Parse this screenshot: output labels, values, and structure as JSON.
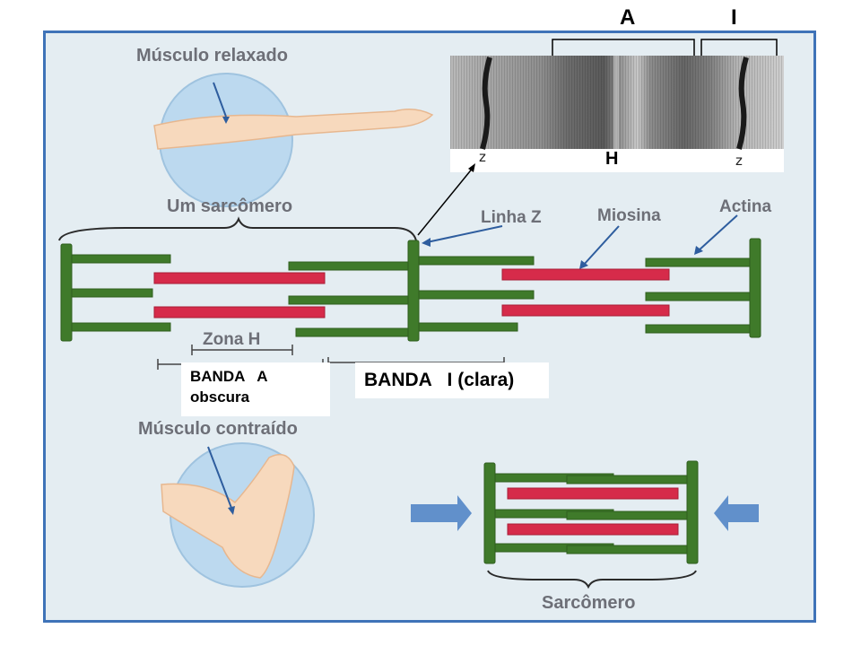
{
  "labels": {
    "top_a": "A",
    "top_i": "I",
    "z_left": "z",
    "z_right": "z",
    "h": "H",
    "relaxed": "Músculo relaxado",
    "sarcomere": "Um sarcômero",
    "linha_z": "Linha Z",
    "miosina": "Miosina",
    "actina": "Actina",
    "zona_h": "Zona H",
    "banda_a_line1": "BANDA   A",
    "banda_a_line2": "obscura",
    "banda_i": "BANDA   I (clara)",
    "contracted": "Músculo contraído",
    "sarcomero_bottom": "Sarcômero"
  },
  "colors": {
    "panel_bg": "#e4edf2",
    "border": "#3f73b8",
    "actin_green": "#3f7a2a",
    "myosin_red": "#d62b4a",
    "label_gray": "#6d6f77",
    "circle_blue": "#bcd9ef",
    "arrow_blue": "#4a7fc4"
  }
}
